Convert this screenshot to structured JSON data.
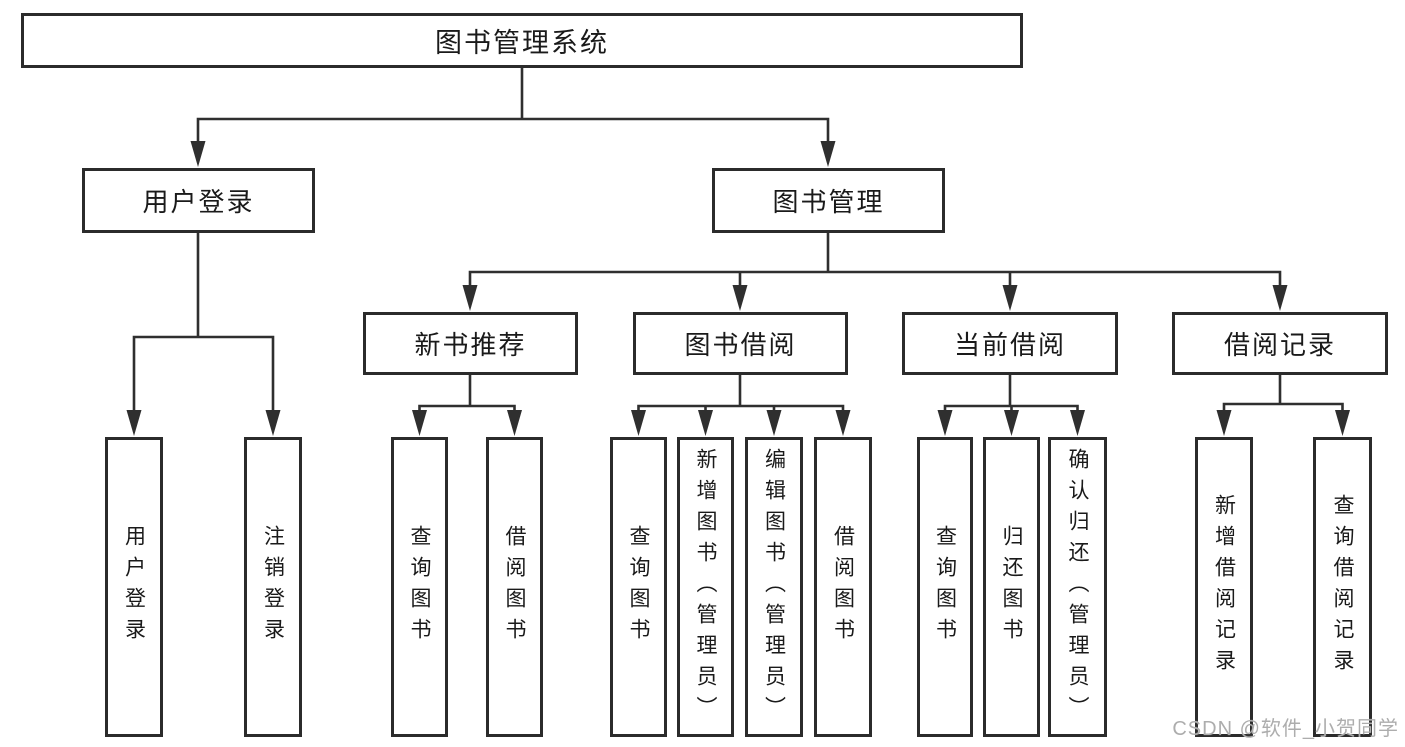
{
  "tree": {
    "root": {
      "label": "图书管理系统",
      "children": [
        {
          "label": "用户登录",
          "children": [
            {
              "label": "用户登录"
            },
            {
              "label": "注销登录"
            }
          ]
        },
        {
          "label": "图书管理",
          "children": [
            {
              "label": "新书推荐",
              "children": [
                {
                  "label": "查询图书"
                },
                {
                  "label": "借阅图书"
                }
              ]
            },
            {
              "label": "图书借阅",
              "children": [
                {
                  "label": "查询图书"
                },
                {
                  "label": "新增图书（管理员）"
                },
                {
                  "label": "编辑图书（管理员）"
                },
                {
                  "label": "借阅图书"
                }
              ]
            },
            {
              "label": "当前借阅",
              "children": [
                {
                  "label": "查询图书"
                },
                {
                  "label": "归还图书"
                },
                {
                  "label": "确认归还（管理员）"
                }
              ]
            },
            {
              "label": "借阅记录",
              "children": [
                {
                  "label": "新增借阅记录"
                },
                {
                  "label": "查询借阅记录"
                }
              ]
            }
          ]
        }
      ]
    }
  },
  "watermark": "CSDN @软件_小贺同学",
  "colors": {
    "line": "#2f2f2f",
    "box_border": "#2b2b2b",
    "text": "#1a1a1a",
    "watermark": "#adadad",
    "background": "#ffffff"
  }
}
